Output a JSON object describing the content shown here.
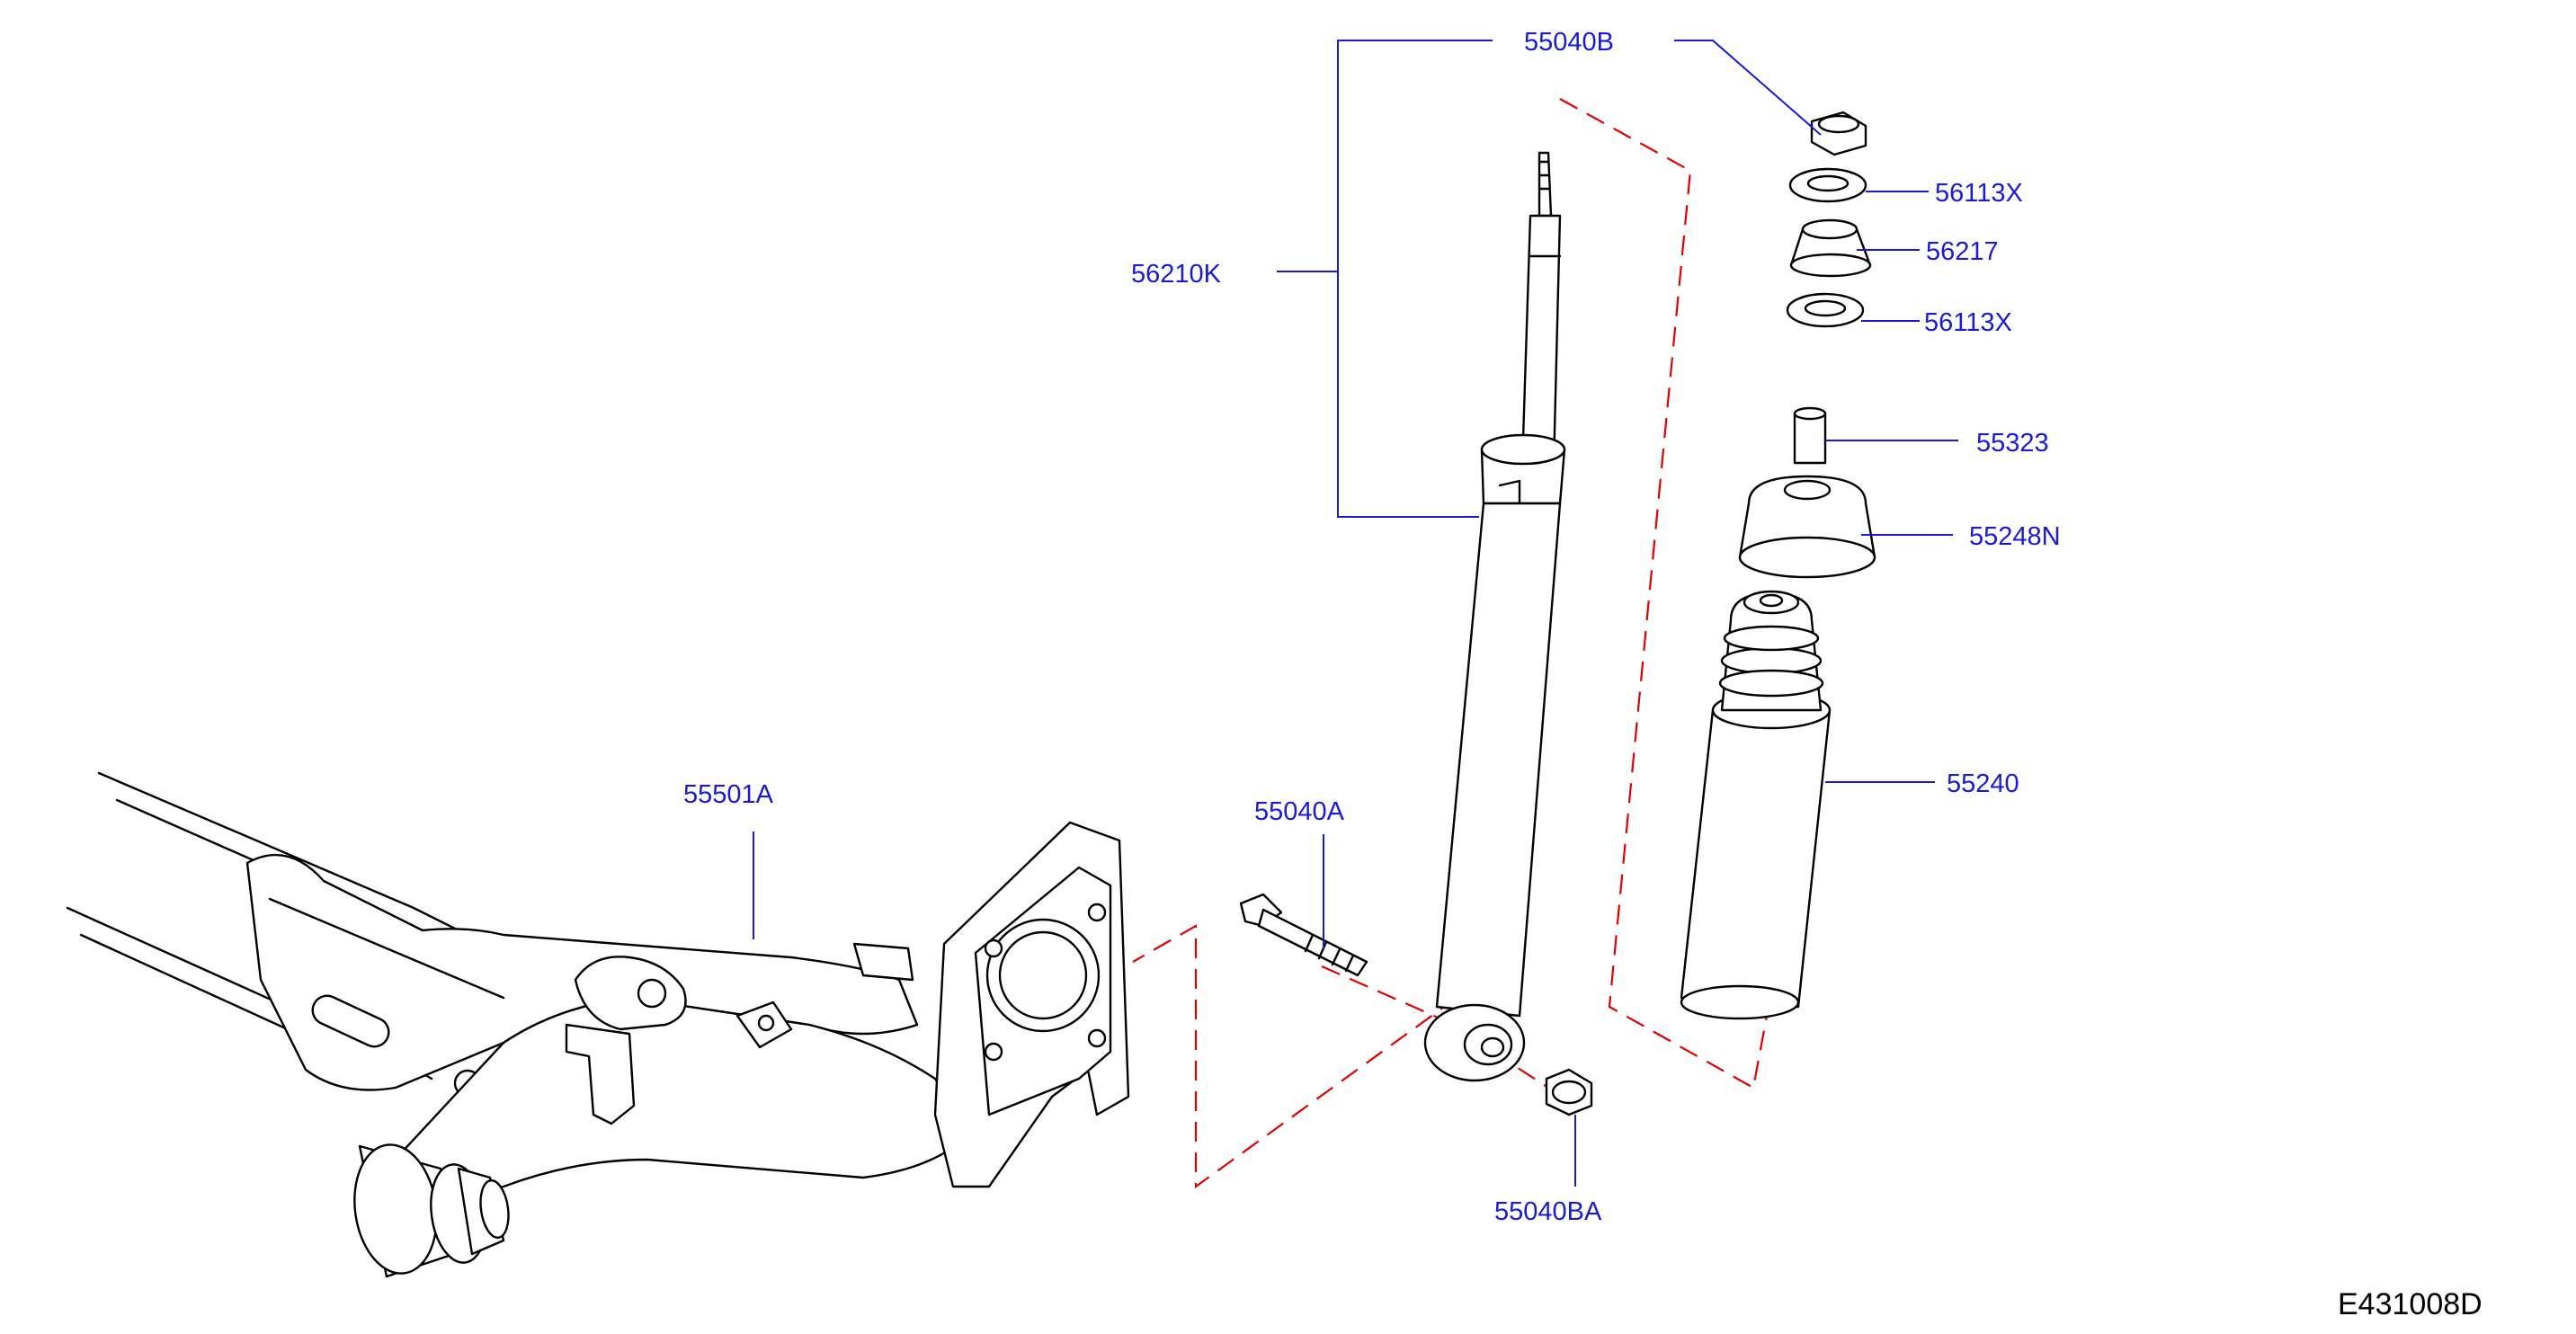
{
  "diagram": {
    "code": "E431008D",
    "colors": {
      "label": "#1a1ad6",
      "leader": "#1a1ad6",
      "part_outline": "#000000",
      "installation_dash": "#e00000"
    },
    "labels": {
      "p55040B": "55040B",
      "p56210K": "56210K",
      "p56113X_upper": "56113X",
      "p56217": "56217",
      "p56113X_lower": "56113X",
      "p55323": "55323",
      "p55248N": "55248N",
      "p55240": "55240",
      "p55501A": "55501A",
      "p55040A": "55040A",
      "p55040BA": "55040BA"
    }
  }
}
